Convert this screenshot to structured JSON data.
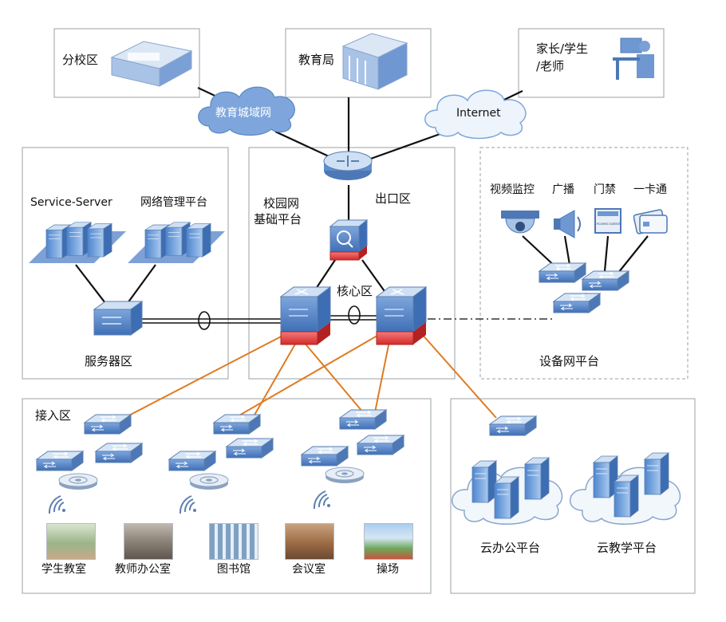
{
  "top": {
    "branch_campus": "分校区",
    "education_bureau": "教育局",
    "parents": [
      "家长/学生",
      "/老师"
    ]
  },
  "clouds": {
    "metro_net": "教育城域网",
    "internet": "Internet"
  },
  "core": {
    "platform": [
      "校园网",
      "基础平台"
    ],
    "egress": "出口区",
    "core_zone": "核心区"
  },
  "server_zone": {
    "service_server": "Service-Server",
    "net_mgmt": "网络管理平台",
    "label": "服务器区"
  },
  "device_net": {
    "video": "视频监控",
    "broadcast": "广播",
    "access_control": "门禁",
    "card": "一卡通",
    "label": "设备网平台",
    "card_text": "Access control"
  },
  "access_zone": {
    "label": "接入区",
    "rooms": [
      "学生教室",
      "教师办公室",
      "图书馆",
      "会议室",
      "操场"
    ]
  },
  "cloud_platforms": {
    "office": "云办公平台",
    "teaching": "云教学平台"
  },
  "colors": {
    "uplink": "#e07b22",
    "device_blue": "#5b8fd0",
    "firewall_red": "#e23b3b",
    "frame_gray": "#9aa0a6"
  }
}
